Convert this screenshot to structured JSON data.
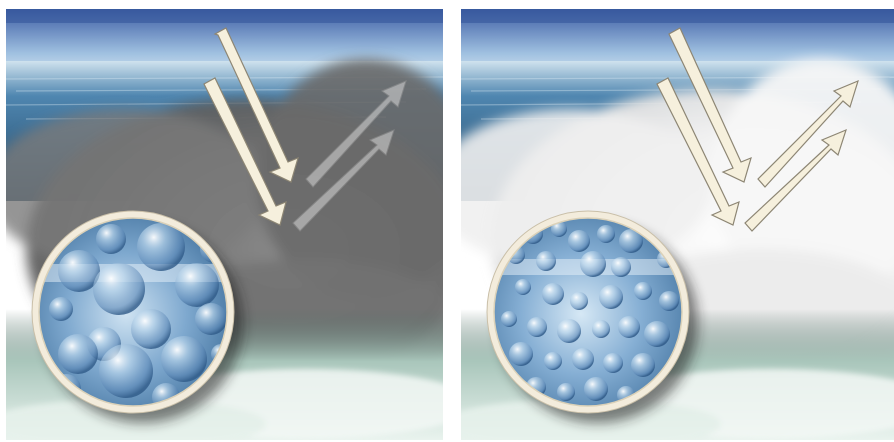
{
  "figure": {
    "panels": [
      {
        "id": "left",
        "cloud_tone": "gray",
        "droplet_size": "large",
        "arrows": {
          "incoming": 2,
          "reflected": 2,
          "reflected_style": "faint"
        }
      },
      {
        "id": "right",
        "cloud_tone": "white",
        "droplet_size": "small",
        "arrows": {
          "incoming": 2,
          "reflected": 2,
          "reflected_style": "bright"
        }
      }
    ],
    "colors": {
      "sky_top": "#3e5fa6",
      "sky_horizon": "#f2f6f8",
      "ocean": "#2f5f88",
      "cloud_gray": "#6f6f6f",
      "cloud_white": "#f4f4f4",
      "arrow_fill": "#f6f0dd",
      "arrow_stroke": "#8d8674",
      "lens_ring": "#f3ecdc",
      "water": "#8db7d8"
    }
  }
}
